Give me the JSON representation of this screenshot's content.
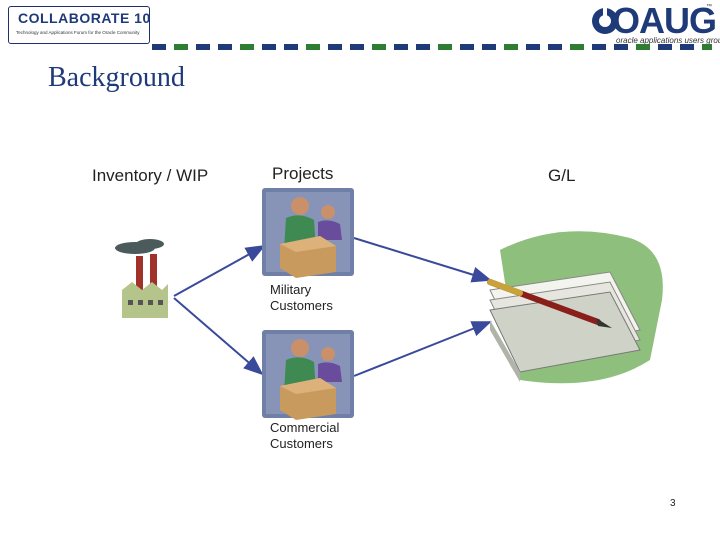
{
  "header": {
    "collaborate_logo": "COLLABORATE 10",
    "collaborate_tagline": "Technology and Applications Forum for the Oracle Community",
    "oaug_logo": "OAUG",
    "oaug_tagline": "oracle applications users group",
    "oaug_trademark": "™",
    "colors": {
      "navy": "#1f3a78",
      "green": "#2e7d32",
      "dash_blue": "#1f3a78"
    }
  },
  "slide": {
    "title": "Background",
    "column_labels": {
      "inventory": "Inventory / WIP",
      "projects": "Projects",
      "gl": "G/L"
    },
    "captions": {
      "military_line1": "Military",
      "military_line2": "Customers",
      "commercial_line1": "Commercial",
      "commercial_line2": "Customers"
    },
    "icons": [
      "factory-icon",
      "customer-worker-icon",
      "ledger-book-icon"
    ],
    "page_number": "3"
  }
}
